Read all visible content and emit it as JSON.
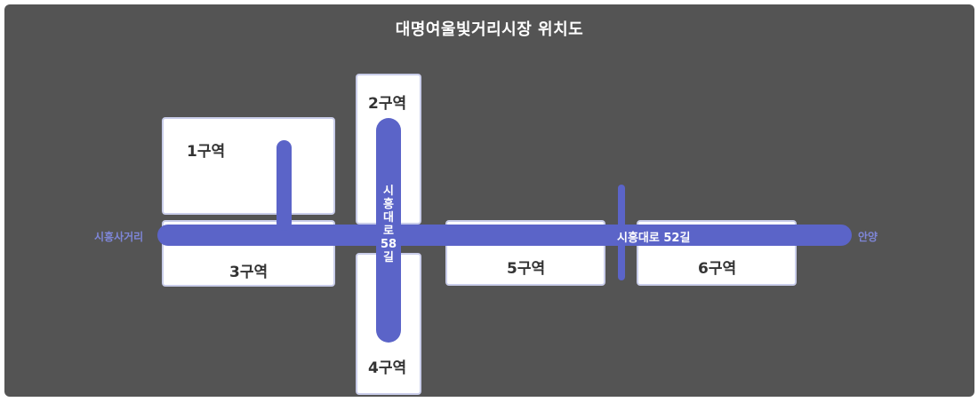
{
  "map": {
    "title": "대명여울빛거리시장 위치도",
    "zones": {
      "zone1": "1구역",
      "zone2": "2구역",
      "zone3": "3구역",
      "zone4": "4구역",
      "zone5": "5구역",
      "zone6": "6구역"
    },
    "roads": {
      "main_road": "시흥대로 52길",
      "cross_road_chars": [
        "시",
        "흥",
        "대",
        "로",
        "58",
        "길"
      ]
    },
    "endpoints": {
      "west": "시흥사거리",
      "east": "안양"
    },
    "colors": {
      "background": "#545454",
      "road": "#5b64c8",
      "block": "#ffffff",
      "endpoint_text": "#7e86d8"
    }
  }
}
